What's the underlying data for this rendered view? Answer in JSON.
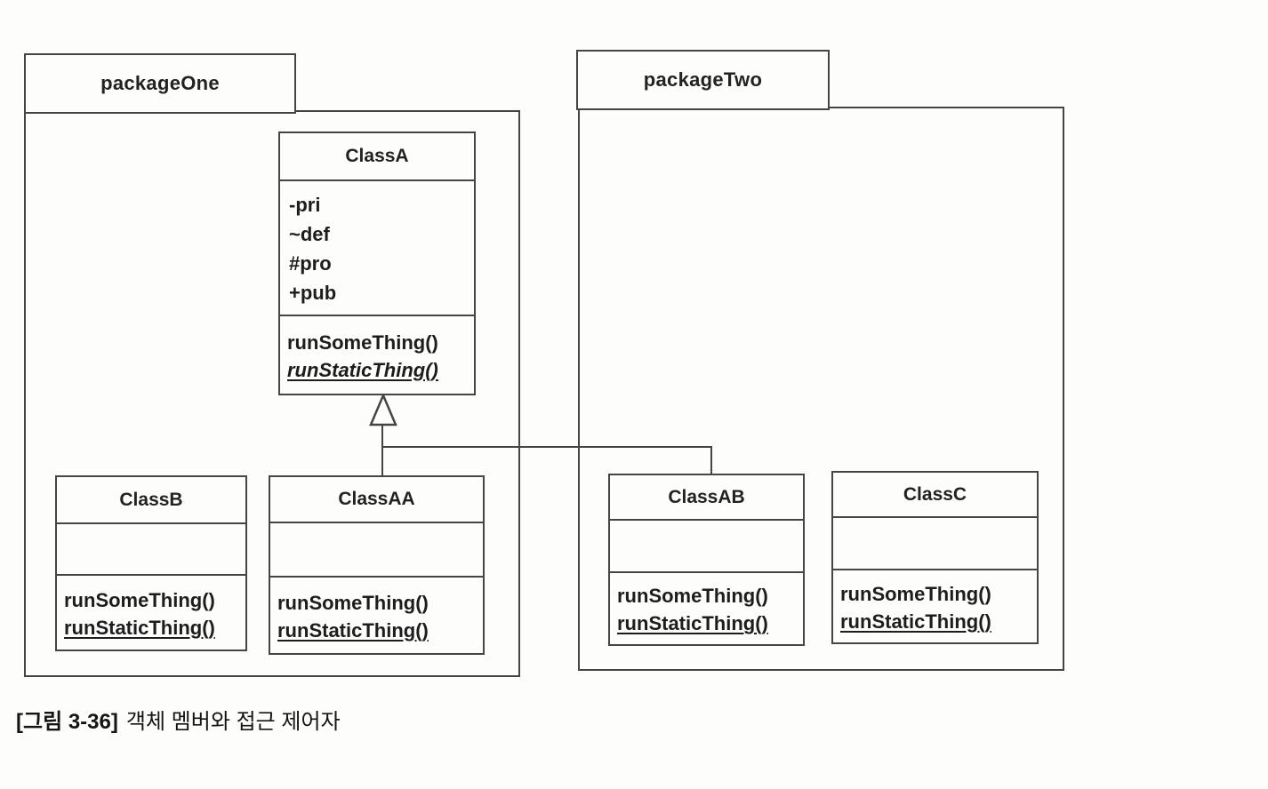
{
  "diagram": {
    "type": "uml-class-diagram",
    "packages": [
      {
        "name": "packageOne",
        "classes": [
          "ClassA",
          "ClassB",
          "ClassAA"
        ]
      },
      {
        "name": "packageTwo",
        "classes": [
          "ClassAB",
          "ClassC"
        ]
      }
    ],
    "class_a": {
      "name": "ClassA",
      "attributes": [
        "-pri",
        "~def",
        "#pro",
        "+pub"
      ],
      "method_1": "runSomeThing()",
      "method_2": "runStaticThing()"
    },
    "class_b": {
      "name": "ClassB",
      "method_1": "runSomeThing()",
      "method_2": "runStaticThing()"
    },
    "class_aa": {
      "name": "ClassAA",
      "method_1": "runSomeThing()",
      "method_2": "runStaticThing()"
    },
    "class_ab": {
      "name": "ClassAB",
      "method_1": "runSomeThing()",
      "method_2": "runStaticThing()"
    },
    "class_c": {
      "name": "ClassC",
      "method_1": "runSomeThing()",
      "method_2": "runStaticThing()"
    },
    "relationships": [
      {
        "type": "generalization",
        "from": "ClassAA",
        "to": "ClassA"
      },
      {
        "type": "generalization",
        "from": "ClassAB",
        "to": "ClassA"
      }
    ]
  },
  "caption": {
    "figure_label": "[그림 3-36]",
    "title": "객체 멤버와 접근 제어자"
  },
  "colors": {
    "line": "#454545",
    "background": "#fdfdfc",
    "text": "#1c1c1c"
  }
}
